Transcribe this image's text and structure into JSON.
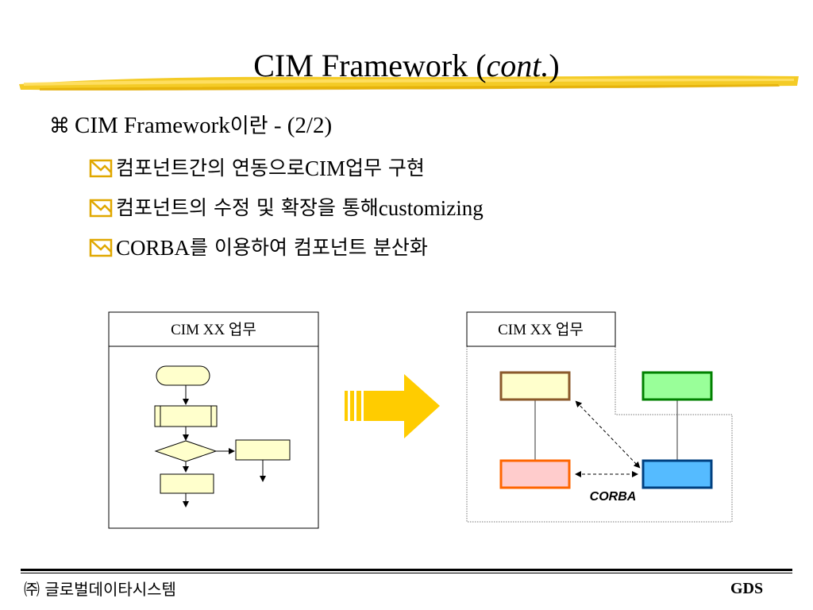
{
  "slide": {
    "title_main": "CIM Framework (",
    "title_italic": "cont.",
    "title_end": ")",
    "bullet": {
      "symbol": "⌘",
      "text_en": "CIM Framework",
      "text_ko": "이란",
      "text_rest": " - (2/2)"
    },
    "subitems": [
      {
        "ko1": "컴포넌트간의 연동으로 ",
        "en": "CIM",
        "ko2": " 업무 구현"
      },
      {
        "ko1": "컴포넌트의 수정 및 확장을 통해 ",
        "en": "customizing",
        "ko2": ""
      },
      {
        "ko1": "",
        "en": "CORBA",
        "ko2": "를 이용하여 컴포넌트 분산화"
      }
    ]
  },
  "diagram": {
    "left_box_title": "CIM XX 업무",
    "right_box_title": "CIM XX 업무",
    "corba_label": "CORBA",
    "colors": {
      "brush": "#F2C200",
      "arrow": "#FFCC00",
      "flow_fill": "#FFFFCC",
      "comp_top_left": "#FFFFCC",
      "comp_top_left_border": "#8B5A2B",
      "comp_bottom_left": "#FFCCCC",
      "comp_bottom_left_border": "#FF6600",
      "comp_top_right": "#99FF99",
      "comp_top_right_border": "#008000",
      "comp_bottom_right": "#55BBFF",
      "comp_bottom_right_border": "#004080"
    }
  },
  "footer": {
    "company": "㈜ 글로벌데이타시스템",
    "logo_text": "GDS"
  }
}
